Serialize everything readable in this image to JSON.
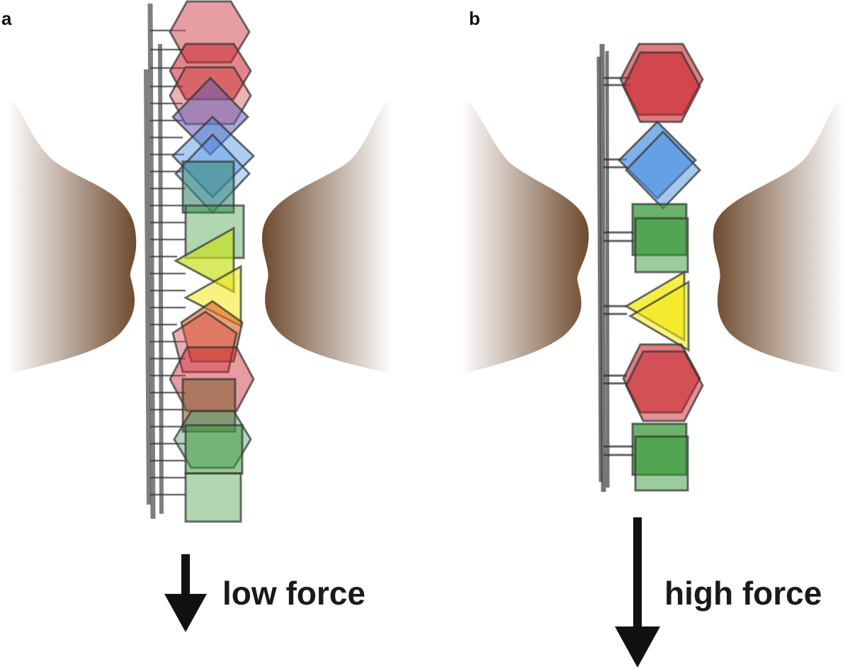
{
  "panels": [
    {
      "label": "a",
      "force_text": "low force",
      "sequence": [
        "hexagon",
        "hexagon",
        "diamond",
        "diamond",
        "square",
        "triangle",
        "pentagon",
        "square",
        "square"
      ]
    },
    {
      "label": "b",
      "force_text": "high force",
      "sequence": [
        "hexagon",
        "diamond",
        "square",
        "triangle",
        "hexagon",
        "square"
      ]
    }
  ],
  "colors": {
    "hexagon": "#c8242c",
    "diamond": "#4a90e2",
    "square": "#3a9a3a",
    "triangle": "#f2ea1a",
    "pentagon": "#e06a28",
    "backbone": "#3a3a3a",
    "pore_dark": "#6e4a2e",
    "arrow": "#111111"
  }
}
